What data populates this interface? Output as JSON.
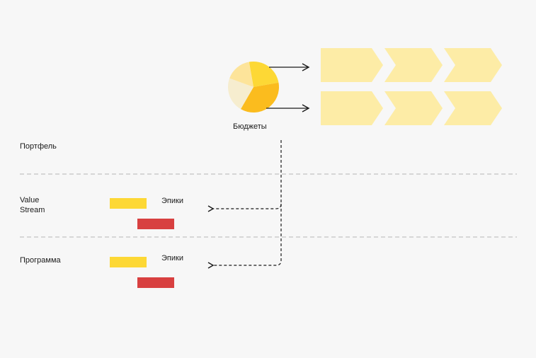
{
  "colors": {
    "background": "#f7f7f7",
    "chevron": "#fdeca6",
    "pie_light": "#f6edcf",
    "pie_mid": "#fde49a",
    "pie_bright": "#fdd835",
    "pie_dark": "#fbbc1e",
    "epic_yellow": "#fdd835",
    "epic_red": "#d84040",
    "divider": "#b5b5b5",
    "line": "#1a1a1a"
  },
  "budget": {
    "label": "Бюджеты",
    "icon": "pie-chart-icon"
  },
  "levels": {
    "portfolio": {
      "label": "Портфель"
    },
    "value_stream": {
      "label": "Value\nStream",
      "epics_label": "Эпики"
    },
    "program": {
      "label": "Программа",
      "epics_label": "Эпики"
    }
  },
  "value_stream_rows": [
    {
      "steps": 3
    },
    {
      "steps": 3
    }
  ]
}
